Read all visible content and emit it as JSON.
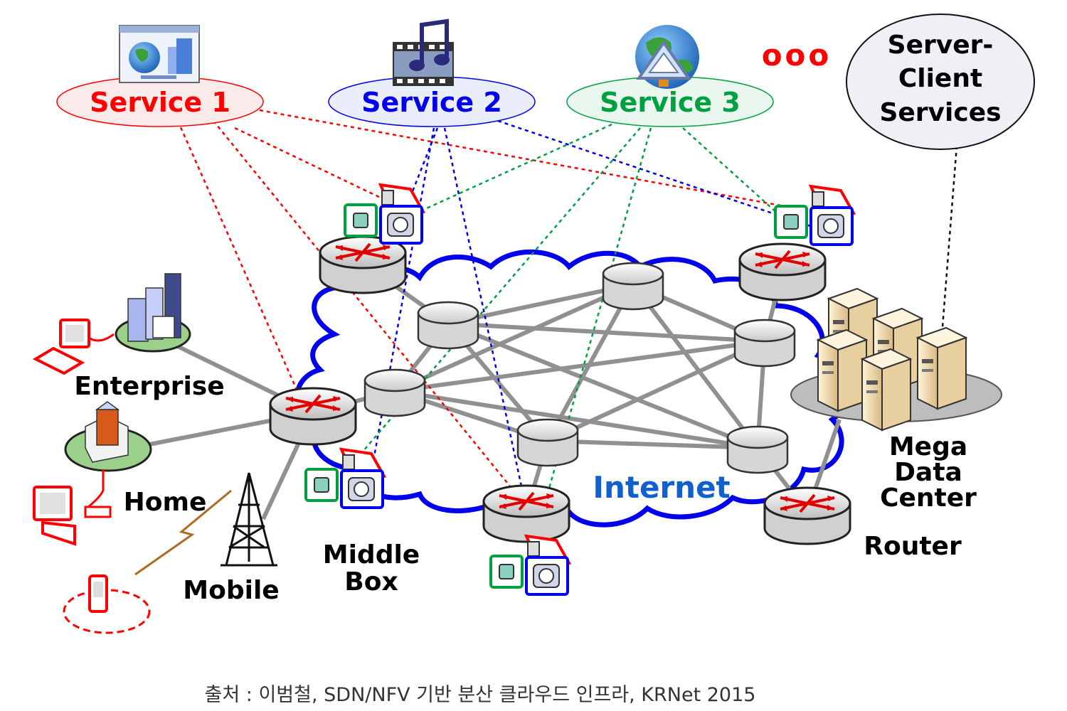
{
  "services": [
    {
      "label": "Service 1",
      "color": "#ff0000",
      "icon": "web-page-globe-icon"
    },
    {
      "label": "Service 2",
      "color": "#0000ff",
      "icon": "film-music-icon"
    },
    {
      "label": "Service 3",
      "color": "#00a040",
      "icon": "globe-triangle-icon"
    }
  ],
  "more_indicator": "ooo",
  "server_client": [
    "Server-",
    "Client",
    "Services"
  ],
  "network": {
    "label": "Internet",
    "label_color": "#1060d0",
    "cloud_color": "#0000ee"
  },
  "sites": {
    "enterprise": "Enterprise",
    "home": "Home",
    "mobile": "Mobile",
    "middle_box": [
      "Middle",
      "Box"
    ],
    "data_center": [
      "Mega",
      "Data",
      "Center"
    ],
    "router": "Router"
  },
  "caption": "출처 : 이범철, SDN/NFV 기반 분산 클라우드 인프라, KRNet 2015"
}
